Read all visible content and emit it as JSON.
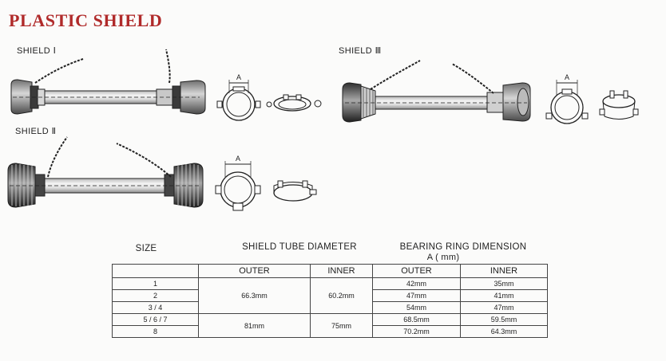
{
  "title": "PLASTIC SHIELD",
  "shields": [
    {
      "label": "SHIELD Ⅰ",
      "dimension_label": "A"
    },
    {
      "label": "SHIELD Ⅱ",
      "dimension_label": "A"
    },
    {
      "label": "SHIELD Ⅲ",
      "dimension_label": "A"
    }
  ],
  "table": {
    "size_header": "SIZE",
    "tube_header": "SHIELD TUBE DIAMETER",
    "ring_header": "BEARING RING DIMENSION",
    "ring_unit": "A ( mm)",
    "tube_outer_label": "OUTER",
    "tube_inner_label": "INNER",
    "ring_outer_label": "OUTER",
    "ring_inner_label": "INNER",
    "groups": [
      {
        "tube_outer": "66.3mm",
        "tube_inner": "60.2mm"
      },
      {
        "tube_outer": "81mm",
        "tube_inner": "75mm"
      }
    ],
    "rows": [
      {
        "size": "1",
        "ring_outer": "42mm",
        "ring_inner": "35mm"
      },
      {
        "size": "2",
        "ring_outer": "47mm",
        "ring_inner": "41mm"
      },
      {
        "size": "3 / 4",
        "ring_outer": "54mm",
        "ring_inner": "47mm"
      },
      {
        "size": "5 / 6 / 7",
        "ring_outer": "68.5mm",
        "ring_inner": "59.5mm"
      },
      {
        "size": "8",
        "ring_outer": "70.2mm",
        "ring_inner": "64.3mm"
      }
    ]
  }
}
